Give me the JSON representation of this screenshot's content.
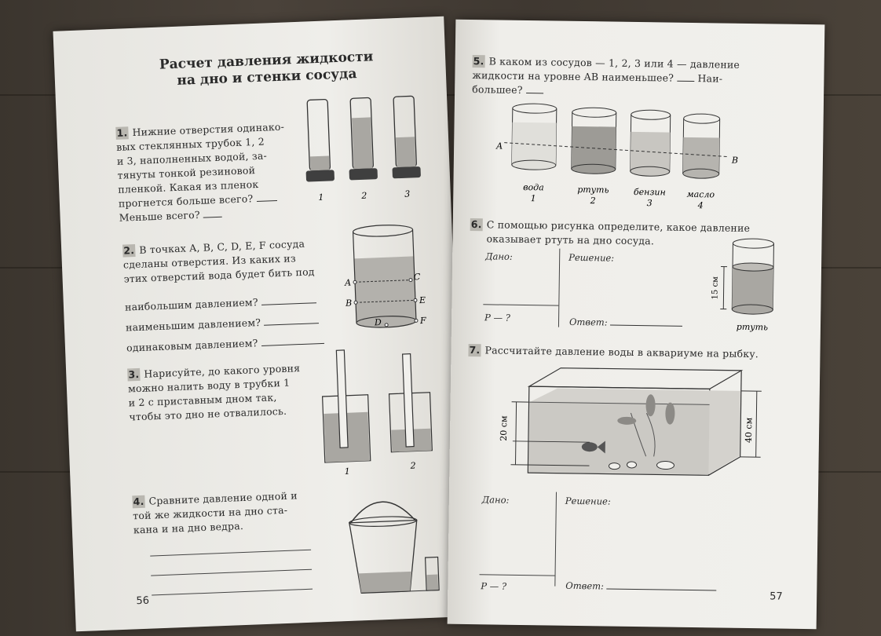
{
  "left": {
    "title_line1": "Расчет давления жидкости",
    "title_line2": "на дно и стенки сосуда",
    "q1": {
      "number": "1.",
      "lines": [
        "Нижние отверстия одинако-",
        "вых стеклянных трубок 1, 2",
        "и 3, наполненных водой, за-",
        "тянуты тонкой резиновой",
        "пленкой. Какая из пленок",
        "прогнется больше всего?"
      ],
      "last_line": "Меньше всего?",
      "tube_labels": [
        "1",
        "2",
        "3"
      ]
    },
    "q2": {
      "number": "2.",
      "lines": [
        "В точках A, B, C, D, E, F сосуда",
        "сделаны отверстия. Из каких из",
        "этих отверстий вода будет бить под"
      ],
      "options": [
        "наибольшим давлением?",
        "наименьшим давлением?",
        "одинаковым давлением?"
      ],
      "points": [
        "A",
        "B",
        "C",
        "D",
        "E",
        "F"
      ]
    },
    "q3": {
      "number": "3.",
      "lines": [
        "Нарисуйте, до какого уровня",
        "можно налить воду в трубки 1",
        "и 2 с приставным дном так,",
        "чтобы это дно не отвалилось."
      ],
      "fig_labels": [
        "1",
        "2"
      ]
    },
    "q4": {
      "number": "4.",
      "lines": [
        "Сравните давление одной и",
        "той же жидкости на дно ста-",
        "кана и на дно ведра."
      ]
    },
    "page_number": "56"
  },
  "right": {
    "q5": {
      "number": "5.",
      "lines": [
        "В каком из сосудов — 1, 2, 3 или 4 — давление",
        "жидкости на уровне AB наименьшее?",
        "Наи-"
      ],
      "line3": "большее?",
      "vessels": [
        {
          "liquid": "вода",
          "num": "1"
        },
        {
          "liquid": "ртуть",
          "num": "2"
        },
        {
          "liquid": "бензин",
          "num": "3"
        },
        {
          "liquid": "масло",
          "num": "4"
        }
      ],
      "point_a": "A",
      "point_b": "B"
    },
    "q6": {
      "number": "6.",
      "lines": [
        "С помощью рисунка определите, какое давление",
        "оказывает ртуть на дно сосуда."
      ],
      "given": "Дано:",
      "solution": "Решение:",
      "find": "P — ?",
      "answer": "Ответ:",
      "height_label": "15 см",
      "liquid_label": "ртуть"
    },
    "q7": {
      "number": "7.",
      "text": "Рассчитайте давление воды в аквариуме на рыбку.",
      "dim_left": "20 см",
      "dim_right": "40 см",
      "given": "Дано:",
      "solution": "Решение:",
      "find": "P — ?",
      "answer": "Ответ:"
    },
    "page_number": "57"
  }
}
